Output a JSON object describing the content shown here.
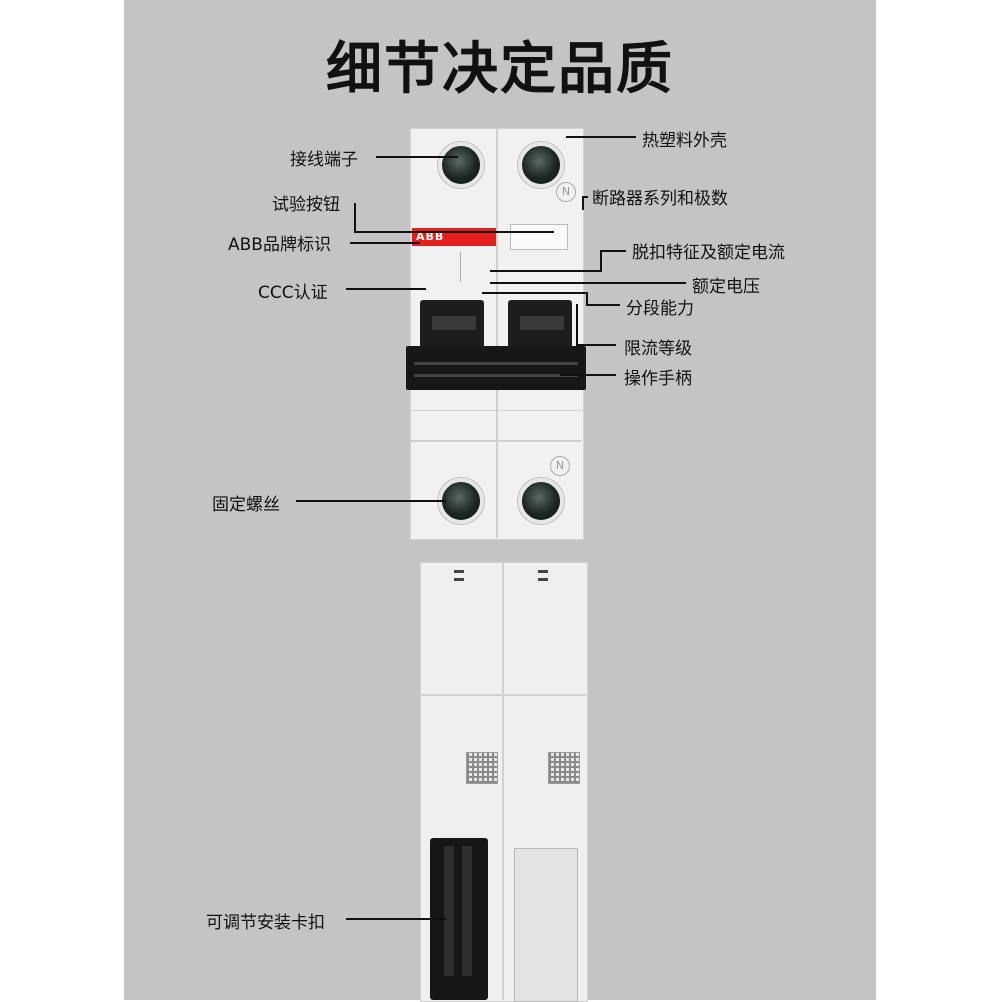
{
  "headline": "细节决定品质",
  "brand_mark": "ABB",
  "labels": {
    "terminal": "接线端子",
    "test_button": "试验按钮",
    "abb_logo": "ABB品牌标识",
    "ccc": "CCC认证",
    "housing": "热塑料外壳",
    "series_poles": "断路器系列和极数",
    "trip_current": "脱扣特征及额定电流",
    "rated_voltage": "额定电压",
    "breaking_capacity": "分段能力",
    "limiting_class": "限流等级",
    "handle": "操作手柄",
    "fixing_screw": "固定螺丝",
    "mount_clip": "可调节安装卡扣"
  },
  "colors": {
    "panel_bg": "#c4c4c4",
    "brand_red": "#e4201e",
    "housing": "#f1f1f1",
    "handle": "#171717"
  },
  "icons": [
    "screw-terminal-icon",
    "n-mark-icon"
  ]
}
